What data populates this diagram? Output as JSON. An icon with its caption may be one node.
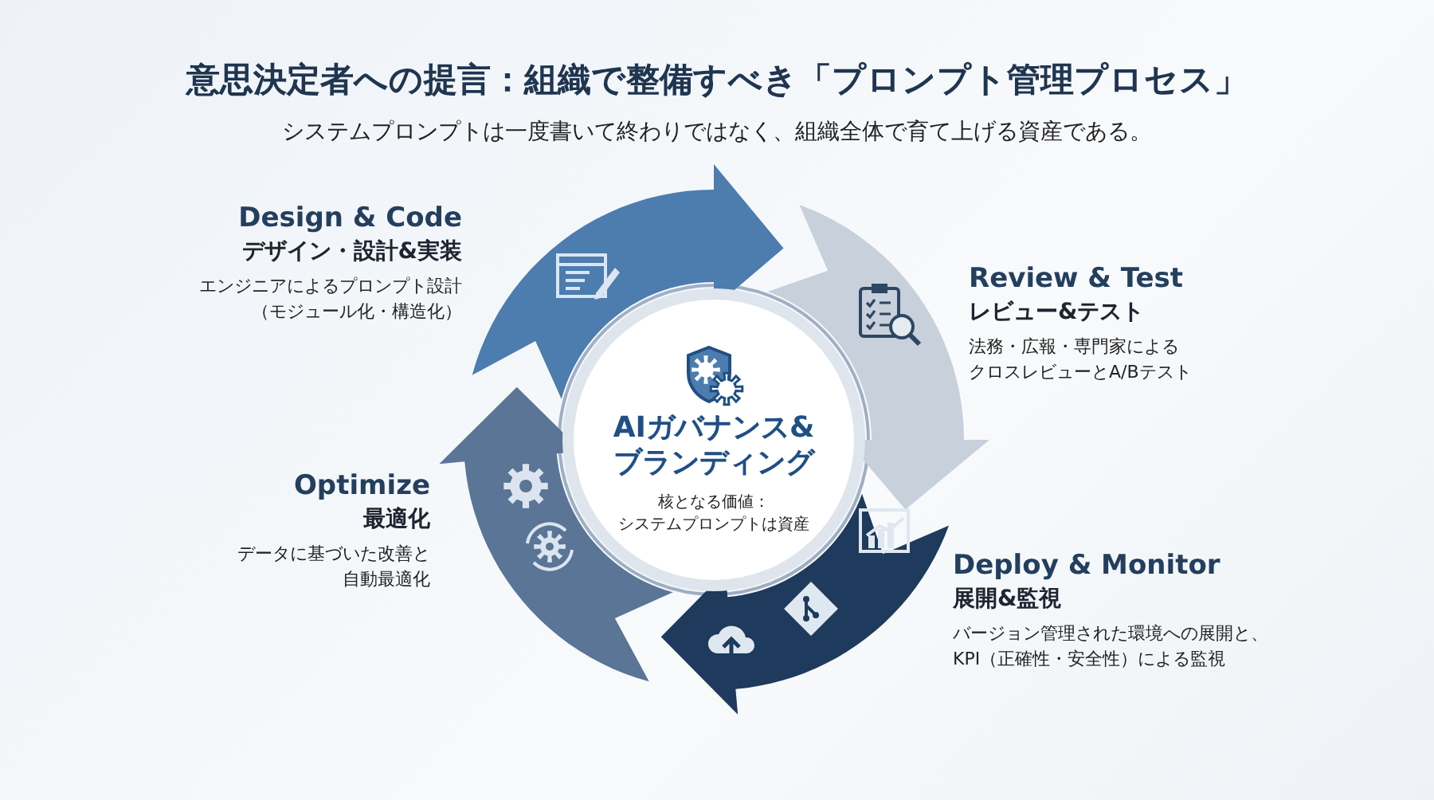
{
  "diagram": {
    "title": "意思決定者への提言：組織で整備すべき「プロンプト管理プロセス」",
    "nodes": [
      {
        "text": [
          "AIガバナンス&ブランディング",
          "核となる価値：",
          "システムプロンプトは資産"
        ]
      },
      {
        "text": [],
        "shape": "arrow",
        "beside": [
          "Design & Code",
          "デザイン・設計&実装",
          "エンジニアによるプロンプト設計（モジュール化・構造化）"
        ]
      },
      {
        "text": [],
        "shape": "arrow",
        "beside": [
          "Review & Test",
          "レビュー&テスト",
          "法務・広報・専門家によるクロスレビューとA/Bテスト"
        ]
      },
      {
        "text": [],
        "shape": "arrow",
        "beside": [
          "Deploy & Monitor",
          "展開&監視",
          "バージョン管理された環境への展開と、KPI（正確性・安全性）による監視"
        ]
      },
      {
        "text": [],
        "shape": "arrow",
        "beside": [
          "Optimize",
          "最適化",
          "データに基づいた改善と自動最適化"
        ]
      }
    ],
    "labels": [
      "システムプロンプトは一度書いて終わりではなく、組織全体で育て上げる資産である。"
    ]
  }
}
